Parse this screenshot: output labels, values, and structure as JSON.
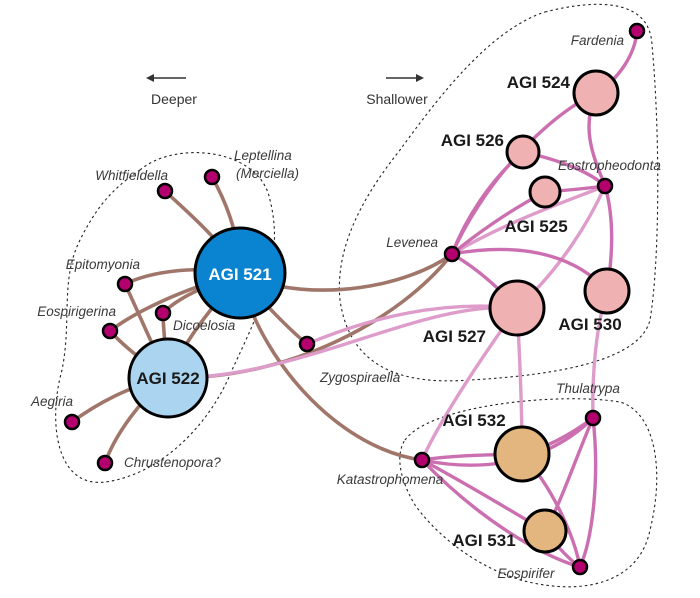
{
  "colors": {
    "brown_edge": "#a0766a",
    "pink_edge": "#cc6fb0",
    "light_pink_edge": "#de9ccb",
    "genus_fill": "#b3006e",
    "agi521": "#0a84d0",
    "agi522": "#aad4ef",
    "agi_pink": "#efb1b1",
    "agi_tan": "#e3b67f"
  },
  "direction": {
    "deeper": "Deeper",
    "shallower": "Shallower"
  },
  "assemblages": {
    "agi521": "AGI 521",
    "agi522": "AGI 522",
    "agi524": "AGI 524",
    "agi525": "AGI 525",
    "agi526": "AGI 526",
    "agi527": "AGI 527",
    "agi530": "AGI 530",
    "agi531": "AGI 531",
    "agi532": "AGI 532"
  },
  "genera": {
    "whitfieldella": "Whitfieldella",
    "leptellina": "Leptellina",
    "merciella": "(Merciella)",
    "epitomyonia": "Epitomyonia",
    "eospirigerina": "Eospirigerina",
    "dicoelosia": "Dicoelosia",
    "aegiria": "Aegiria",
    "chrustenopora": "Chrustenopora?",
    "zygospiraella": "Zygospiraella",
    "levenea": "Levenea",
    "fardenia": "Fardenia",
    "eostropheodonta": "Eostropheodonta",
    "thulatrypa": "Thulatrypa",
    "katastrophomena": "Katastrophomena",
    "eospirifer": "Eospirifer"
  }
}
